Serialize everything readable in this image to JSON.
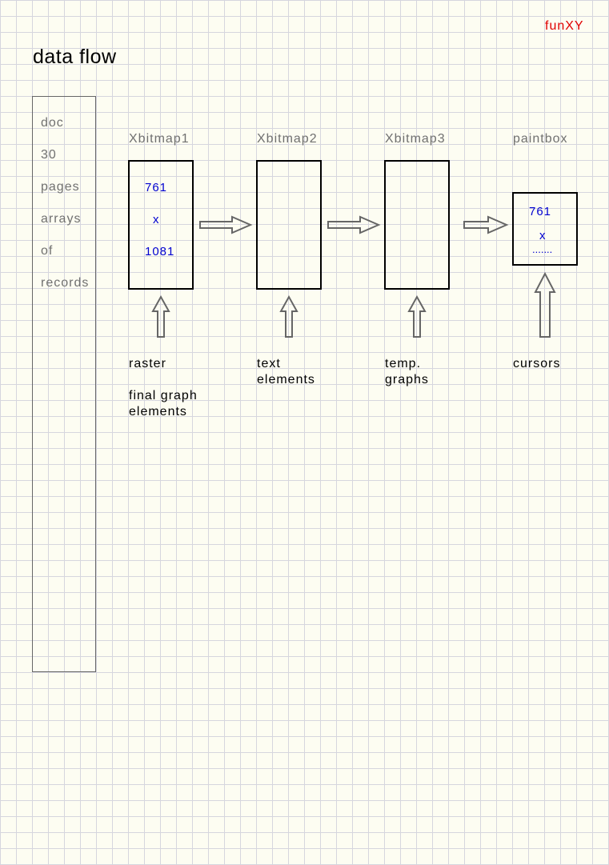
{
  "title": "data flow",
  "brand": "funXY",
  "doc": {
    "lines": [
      "doc",
      "30",
      "pages",
      "arrays",
      "of",
      "records"
    ]
  },
  "stages": [
    {
      "title": "Xbitmap1",
      "dims": [
        "761",
        "x",
        "1081"
      ],
      "sources": [
        "raster",
        "final graph elements"
      ]
    },
    {
      "title": "Xbitmap2",
      "dims": [],
      "sources": [
        "text elements"
      ]
    },
    {
      "title": "Xbitmap3",
      "dims": [],
      "sources": [
        "temp. graphs"
      ]
    },
    {
      "title": "paintbox",
      "dims": [
        "761",
        "x",
        "......."
      ],
      "sources": [
        "cursors"
      ]
    }
  ]
}
